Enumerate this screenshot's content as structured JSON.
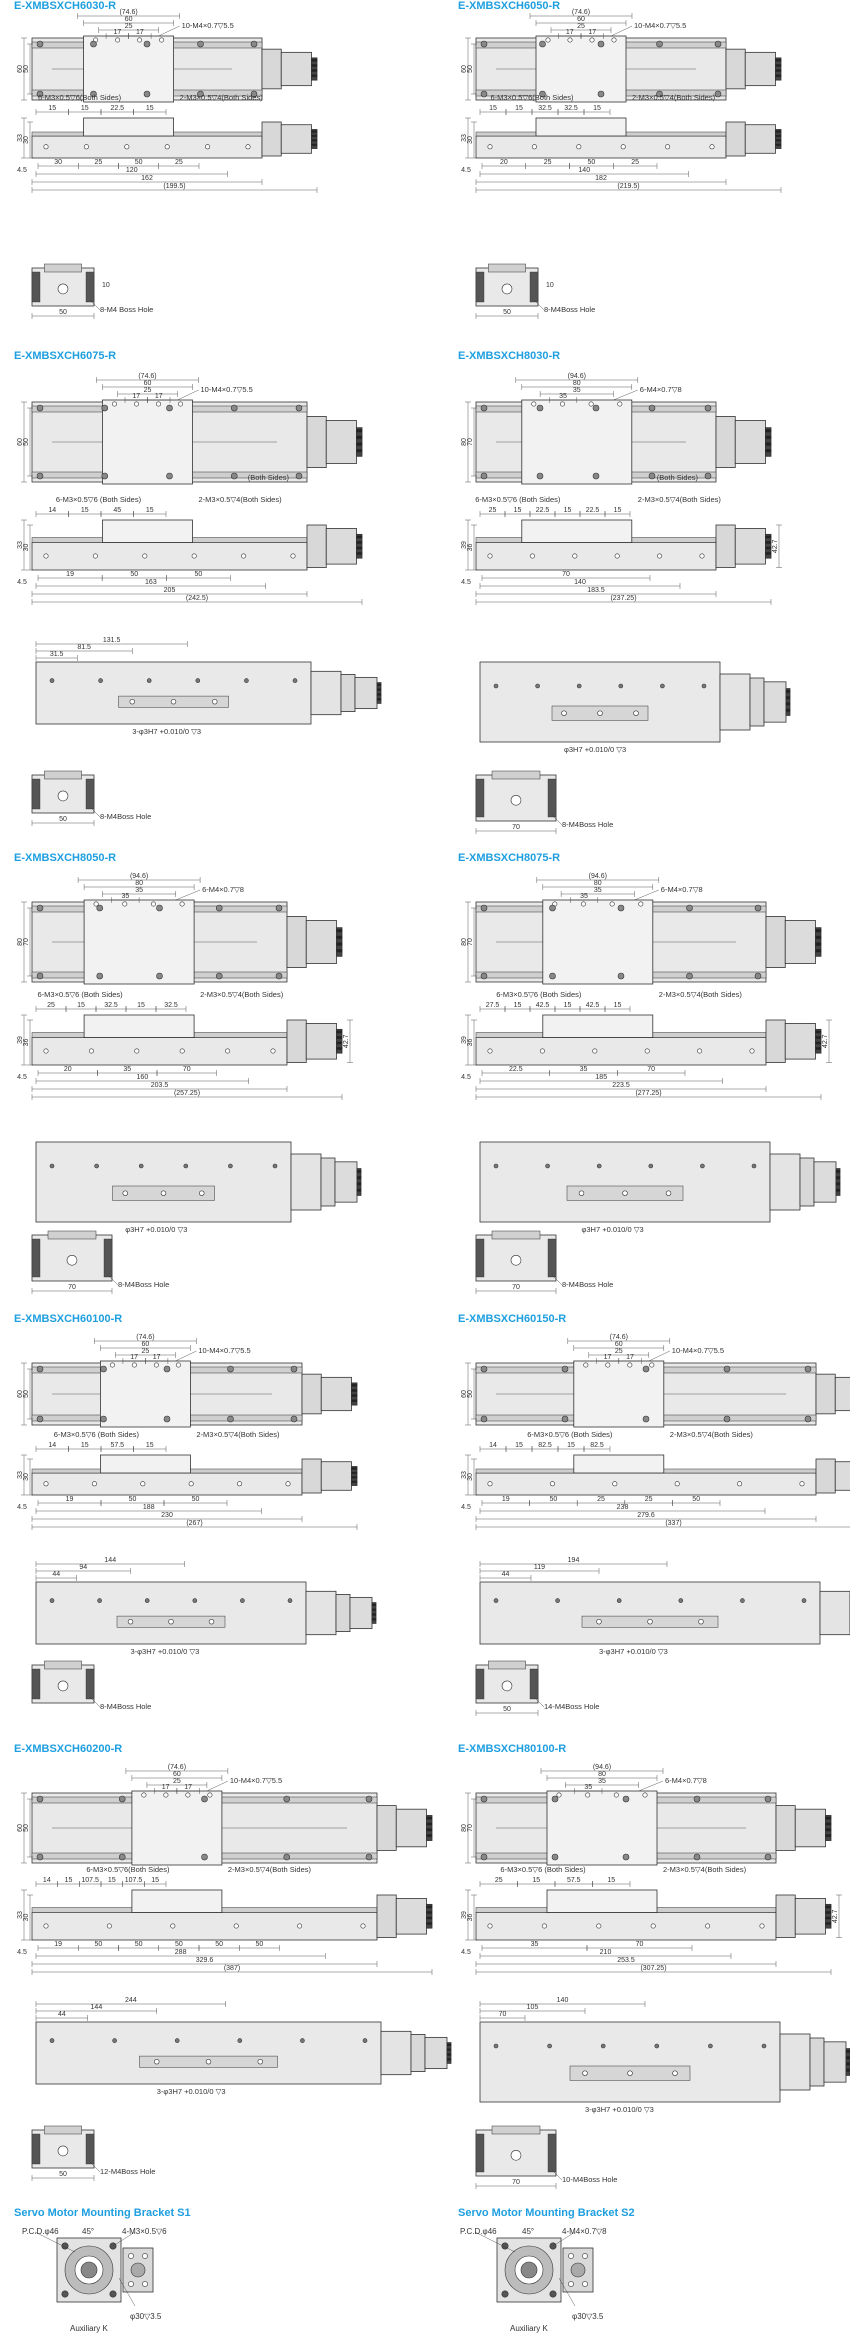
{
  "colors": {
    "title": "#1e9fe0",
    "line": "#333333",
    "body": "#e9e9e9",
    "rail": "#cfcfcf",
    "dark": "#555555"
  },
  "panels": [
    {
      "title": "E-XMBSXCH6030-R",
      "top": {
        "d1": "(74.6)",
        "d2": "60",
        "d3": "25",
        "d4": "17",
        "d5": "17",
        "hole": "10-M4×0.7▽5.5",
        "h1": "60",
        "h2": "50"
      },
      "side": {
        "holes1": "6-M3×0.5▽6(Both Sides)",
        "holes2": "2-M3×0.5▽4(Both Sides)",
        "d": [
          "15",
          "15",
          "22.5",
          "15"
        ],
        "h1": "33",
        "h2": "30",
        "b": [
          "30",
          "25",
          "50",
          "25"
        ],
        "l1": "120",
        "l2": "162",
        "l3": "(199.5)",
        "e": "4.5"
      },
      "end": {
        "w": "50",
        "boss": "8-M4 Boss Hole",
        "b": "10"
      }
    },
    {
      "title": "E-XMBSXCH6050-R",
      "top": {
        "d1": "(74.6)",
        "d2": "60",
        "d3": "25",
        "d4": "17",
        "d5": "17",
        "hole": "10-M4×0.7▽5.5",
        "h1": "60",
        "h2": "50"
      },
      "side": {
        "holes1": "6-M3×0.5▽6(Both Sides)",
        "holes2": "2-M3×0.5▽4(Both Sides)",
        "d": [
          "15",
          "15",
          "32.5",
          "32.5",
          "15"
        ],
        "h1": "33",
        "h2": "30",
        "b": [
          "20",
          "25",
          "50",
          "25"
        ],
        "l1": "140",
        "l2": "182",
        "l3": "(219.5)",
        "e": "4.5"
      },
      "end": {
        "w": "50",
        "boss": "8-M4Boss Hole",
        "b": "10"
      }
    },
    {
      "title": "E-XMBSXCH6075-R",
      "top": {
        "d1": "(74.6)",
        "d2": "60",
        "d3": "25",
        "d4": "17",
        "d5": "17",
        "hole": "10-M4×0.7▽5.5",
        "h1": "60",
        "h2": "50",
        "note": "(Both Sides)"
      },
      "side": {
        "holes1": "6-M3×0.5▽6 (Both Sides)",
        "holes2": "2-M3×0.5▽4(Both Sides)",
        "d": [
          "14",
          "15",
          "45",
          "15"
        ],
        "h1": "33",
        "h2": "30",
        "b": [
          "19",
          "50",
          "50"
        ],
        "l1": "163",
        "l2": "205",
        "l3": "(242.5)",
        "e": "4.5"
      },
      "bottom": {
        "d1": "131.5",
        "d2": "81.5",
        "d3": "31.5",
        "pin": "3-φ3H7 +0.010/0 ▽3"
      },
      "end": {
        "w": "50",
        "boss": "8-M4Boss Hole"
      }
    },
    {
      "title": "E-XMBSXCH8030-R",
      "top": {
        "d1": "(94.6)",
        "d2": "80",
        "d3": "35",
        "d4": "35",
        "hole": "6-M4×0.7▽8",
        "h1": "80",
        "h2": "70",
        "note": "(Both Sides)"
      },
      "side": {
        "holes1": "6-M3×0.5▽6 (Both Sides)",
        "holes2": "2-M3×0.5▽4(Both Sides)",
        "d": [
          "25",
          "15",
          "22.5",
          "15",
          "22.5",
          "15"
        ],
        "h1": "39",
        "h2": "36",
        "hr": "42.7",
        "b": [
          "70"
        ],
        "l1": "140",
        "l2": "183.5",
        "l3": "(237.25)",
        "e": "4.5"
      },
      "bottom": {
        "pin": "φ3H7 +0.010/0 ▽3"
      },
      "end": {
        "w": "70",
        "boss": "8-M4Boss Hole"
      }
    },
    {
      "title": "E-XMBSXCH8050-R",
      "top": {
        "d1": "(94.6)",
        "d2": "80",
        "d3": "35",
        "d4": "35",
        "hole": "6-M4×0.7▽8",
        "h1": "80",
        "h2": "70"
      },
      "side": {
        "holes1": "6-M3×0.5▽6 (Both Sides)",
        "holes2": "2-M3×0.5▽4(Both Sides)",
        "d": [
          "25",
          "15",
          "32.5",
          "15",
          "32.5"
        ],
        "h1": "39",
        "h2": "36",
        "hr": "42.7",
        "b": [
          "20",
          "35",
          "70"
        ],
        "l1": "160",
        "l2": "203.5",
        "l3": "(257.25)",
        "e": "4.5"
      },
      "bottom": {
        "pin": "φ3H7 +0.010/0 ▽3"
      },
      "end": {
        "w": "70",
        "boss": "8-M4Boss Hole"
      }
    },
    {
      "title": "E-XMBSXCH8075-R",
      "top": {
        "d1": "(94.6)",
        "d2": "80",
        "d3": "35",
        "d4": "35",
        "hole": "6-M4×0.7▽8",
        "h1": "80",
        "h2": "70"
      },
      "side": {
        "holes1": "6-M3×0.5▽6 (Both Sides)",
        "holes2": "2-M3×0.5▽4(Both Sides)",
        "d": [
          "27.5",
          "15",
          "42.5",
          "15",
          "42.5",
          "15"
        ],
        "h1": "39",
        "h2": "36",
        "hr": "42.7",
        "b": [
          "22.5",
          "35",
          "70"
        ],
        "l1": "185",
        "l2": "223.5",
        "l3": "(277.25)",
        "e": "4.5"
      },
      "bottom": {
        "pin": "φ3H7 +0.010/0 ▽3"
      },
      "end": {
        "w": "70",
        "boss": "8-M4Boss Hole"
      }
    },
    {
      "title": "E-XMBSXCH60100-R",
      "top": {
        "d1": "(74.6)",
        "d2": "60",
        "d3": "25",
        "d4": "17",
        "d5": "17",
        "hole": "10-M4×0.7▽5.5",
        "h1": "60",
        "h2": "50"
      },
      "side": {
        "holes1": "6-M3×0.5▽6 (Both Sides)",
        "holes2": "2-M3×0.5▽4(Both Sides)",
        "d": [
          "14",
          "15",
          "57.5",
          "15"
        ],
        "h1": "33",
        "h2": "30",
        "b": [
          "19",
          "50",
          "50"
        ],
        "l1": "188",
        "l2": "230",
        "l3": "(267)",
        "e": "4.5"
      },
      "bottom": {
        "d1": "144",
        "d2": "94",
        "d3": "44",
        "pin": "3-φ3H7 +0.010/0 ▽3"
      },
      "end": {
        "boss": "8-M4Boss Hole"
      }
    },
    {
      "title": "E-XMBSXCH60150-R",
      "top": {
        "d1": "(74.6)",
        "d2": "60",
        "d3": "25",
        "d4": "17",
        "d5": "17",
        "hole": "10-M4×0.7▽5.5",
        "h1": "60",
        "h2": "50"
      },
      "side": {
        "holes1": "6-M3×0.5▽6 (Both Sides)",
        "holes2": "2-M3×0.5▽4(Both Sides)",
        "d": [
          "14",
          "15",
          "82.5",
          "15",
          "82.5"
        ],
        "h1": "33",
        "h2": "30",
        "b": [
          "19",
          "50",
          "25",
          "25",
          "50"
        ],
        "l1": "238",
        "l2": "279.6",
        "l3": "(337)",
        "e": "4.5"
      },
      "bottom": {
        "d1": "194",
        "d2": "119",
        "d3": "44",
        "pin": "3-φ3H7 +0.010/0 ▽3"
      },
      "end": {
        "w": "50",
        "boss": "14-M4Boss Hole"
      }
    },
    {
      "title": "E-XMBSXCH60200-R",
      "top": {
        "d1": "(74.6)",
        "d2": "60",
        "d3": "25",
        "d4": "17",
        "d5": "17",
        "hole": "10-M4×0.7▽5.5",
        "h1": "60",
        "h2": "50"
      },
      "side": {
        "holes1": "6-M3×0.5▽6(Both Sides)",
        "holes2": "2-M3×0.5▽4(Both Sides)",
        "d": [
          "14",
          "15",
          "107.5",
          "15",
          "107.5",
          "15"
        ],
        "h1": "33",
        "h2": "30",
        "b": [
          "19",
          "50",
          "50",
          "50",
          "50",
          "50"
        ],
        "l1": "288",
        "l2": "329.6",
        "l3": "(387)",
        "e": "4.5"
      },
      "bottom": {
        "d1": "244",
        "d2": "144",
        "d3": "44",
        "pin": "3-φ3H7 +0.010/0 ▽3"
      },
      "end": {
        "w": "50",
        "boss": "12-M4Boss Hole"
      }
    },
    {
      "title": "E-XMBSXCH80100-R",
      "top": {
        "d1": "(94.6)",
        "d2": "80",
        "d3": "35",
        "d4": "35",
        "hole": "6-M4×0.7▽8",
        "h1": "80",
        "h2": "70"
      },
      "side": {
        "holes1": "6-M3×0.5▽6 (Both Sides)",
        "holes2": "2-M3×0.5▽4(Both Sides)",
        "d": [
          "25",
          "15",
          "57.5",
          "15"
        ],
        "h1": "39",
        "h2": "36",
        "hr": "42.7",
        "b": [
          "35",
          "70"
        ],
        "l1": "210",
        "l2": "253.5",
        "l3": "(307.25)",
        "e": "4.5"
      },
      "bottom": {
        "d1": "140",
        "d2": "105",
        "d3": "70",
        "pin": "3-φ3H7 +0.010/0 ▽3"
      },
      "end": {
        "w": "70",
        "boss": "10-M4Boss Hole"
      }
    }
  ],
  "brackets": [
    {
      "title": "Servo Motor Mounting Bracket S1",
      "pcd": "P.C.D.φ46",
      "ang": "45°",
      "holes": "4-M3×0.5▽6",
      "bore": "φ30▽3.5",
      "aux": "Auxiliary K"
    },
    {
      "title": "Servo Motor Mounting Bracket S2",
      "pcd": "P.C.D.φ46",
      "ang": "45°",
      "holes": "4-M4×0.7▽8",
      "bore": "φ30▽3.5",
      "aux": "Auxiliary K"
    }
  ]
}
